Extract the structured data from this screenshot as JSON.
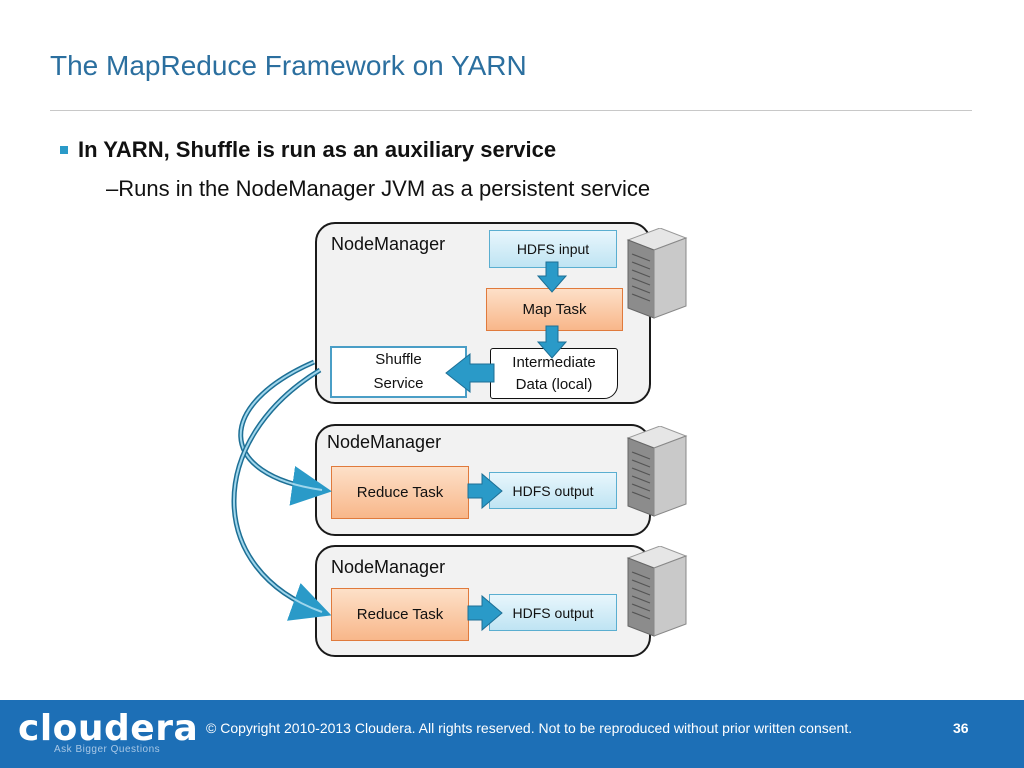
{
  "title": "The MapReduce Framework on YARN",
  "bullets": {
    "main": "In YARN, Shuffle is run as an auxiliary service",
    "sub": "–Runs in the NodeManager JVM as a persistent service"
  },
  "diagram": {
    "node_label": "NodeManager",
    "hdfs_input": "HDFS input",
    "map_task": "Map Task",
    "intermediate_line1": "Intermediate",
    "intermediate_line2": "Data (local)",
    "shuffle_line1": "Shuffle",
    "shuffle_line2": "Service",
    "reduce_task": "Reduce Task",
    "hdfs_output": "HDFS output"
  },
  "footer": {
    "logo": "cloudera",
    "tagline": "Ask Bigger Questions",
    "copyright": "© Copyright 2010-2013 Cloudera. All rights reserved. Not to be reproduced without prior written consent.",
    "page_number": "36"
  },
  "colors": {
    "title": "#2b6f9f",
    "bullet": "#2a9ac8",
    "arrow": "#2a9ac8",
    "footer": "#1d6fb6",
    "task_fill": "#f8b78a",
    "hdfs_fill": "#bfe4f3"
  },
  "icons": [
    "server-icon"
  ]
}
